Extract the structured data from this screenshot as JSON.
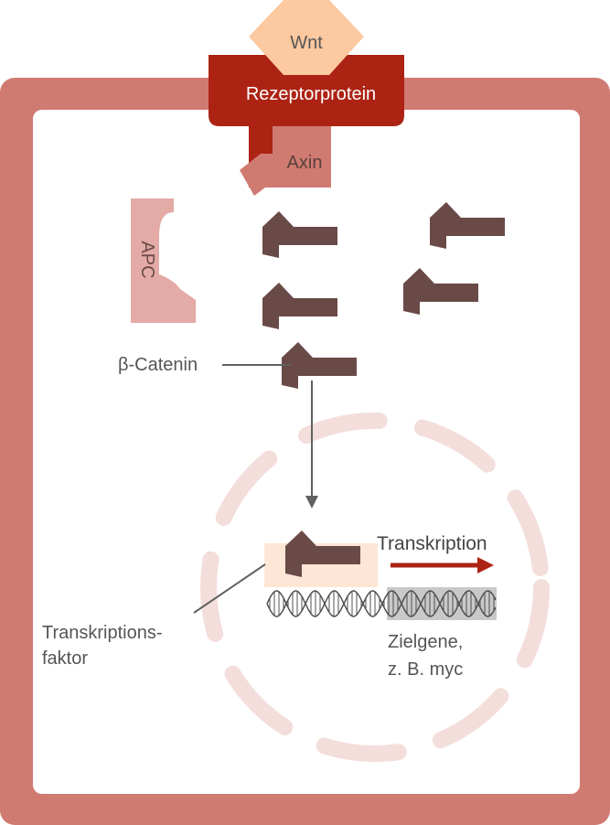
{
  "colors": {
    "cell_membrane": "#d07b72",
    "cytoplasm": "#ffffff",
    "wnt": "#fcc9a0",
    "receptor": "#ac2314",
    "axin": "#d07b72",
    "apc": "#e3aaa6",
    "beta_catenin": "#6a4a47",
    "nucleus": "#f3dedb",
    "tf_box": "#fde6d6",
    "target_box": "#c9c9c9",
    "arrow_red": "#ac2314",
    "arrow_gray": "#606060"
  },
  "labels": {
    "wnt": "Wnt",
    "receptor": "Rezeptorprotein",
    "axin": "Axin",
    "apc": "APC",
    "beta_catenin": "β-Catenin",
    "transkription": "Transkription",
    "tf_line1": "Transkriptions-",
    "tf_line2": "faktor",
    "target_line1": "Zielgene,",
    "target_line2": "z. B. myc"
  }
}
